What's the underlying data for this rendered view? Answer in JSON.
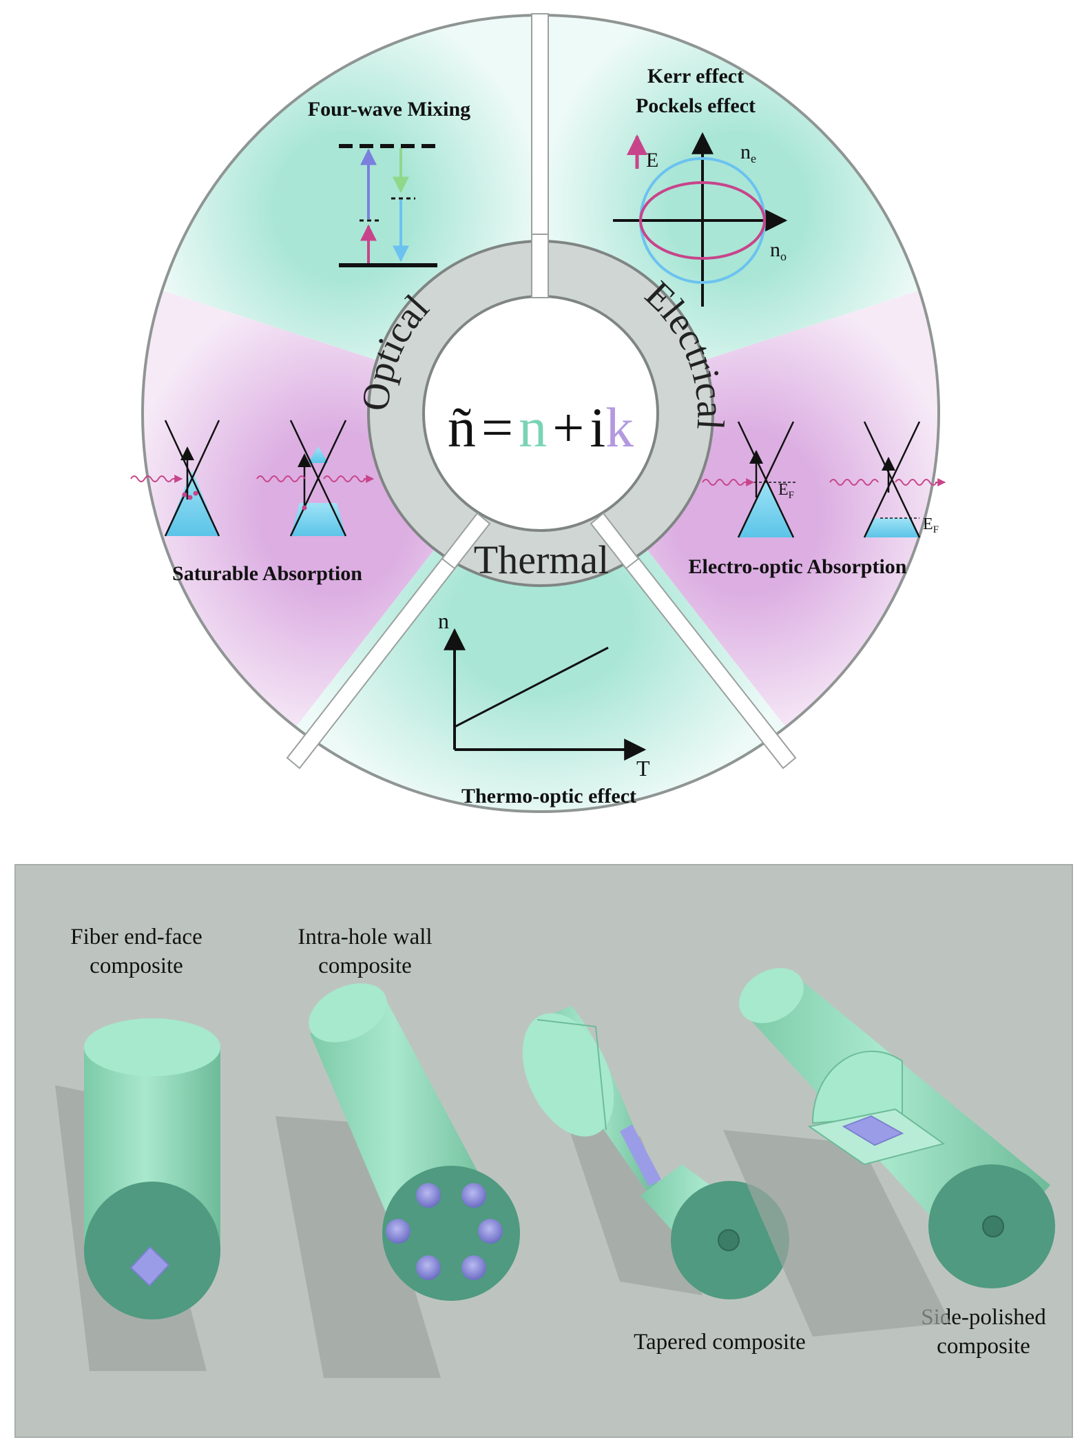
{
  "colors": {
    "teal_sector": "#d3f2ea",
    "pink_sector": "#eed6f0",
    "ring_gray": "#cfd6d4",
    "fiber": "#8fd8b9",
    "fiber_face": "#4f9a80",
    "material": "#9a9ce8",
    "panel_bg": "#bdc4c0",
    "cone_fill": "#78d3f0",
    "pink_line": "#c8448a",
    "blue_line": "#6bc2f0",
    "ellipse_blue": "#6bc2f0",
    "ellipse_pink": "#c8448a",
    "formula_n": "#7ad4b4",
    "formula_k": "#b299e0"
  },
  "wheel": {
    "ring_labels": {
      "optical": "Optical",
      "electrical": "Electrical",
      "thermal": "Thermal"
    },
    "formula": {
      "lhs": "ñ",
      "equals": "=",
      "n": "n",
      "plus": "+",
      "i": "i",
      "k": "k"
    },
    "sectors": {
      "four_wave": {
        "title": "Four-wave Mixing"
      },
      "kerr": {
        "title_line1": "Kerr effect",
        "title_line2": "Pockels effect",
        "field_label": "E",
        "ne_label": "n",
        "ne_sub": "e",
        "no_label": "n",
        "no_sub": "o"
      },
      "saturable": {
        "title": "Saturable Absorption"
      },
      "electro_optic": {
        "title": "Electro-optic Absorption",
        "ef_label": "E",
        "ef_sub": "F"
      },
      "thermo": {
        "title": "Thermo-optic effect",
        "y_axis": "n",
        "x_axis": "T"
      }
    }
  },
  "fiber_panel": {
    "labels": {
      "end_face_line1": "Fiber end-face",
      "end_face_line2": "composite",
      "intra_hole_line1": "Intra-hole wall",
      "intra_hole_line2": "composite",
      "tapered": "Tapered composite",
      "side_polished_line1": "Side-polished",
      "side_polished_line2": "composite"
    },
    "icons": {
      "end_face": "fiber-end-face-icon",
      "intra_hole": "fiber-intra-hole-icon",
      "tapered": "fiber-tapered-icon",
      "side_polished": "fiber-side-polished-icon"
    }
  }
}
